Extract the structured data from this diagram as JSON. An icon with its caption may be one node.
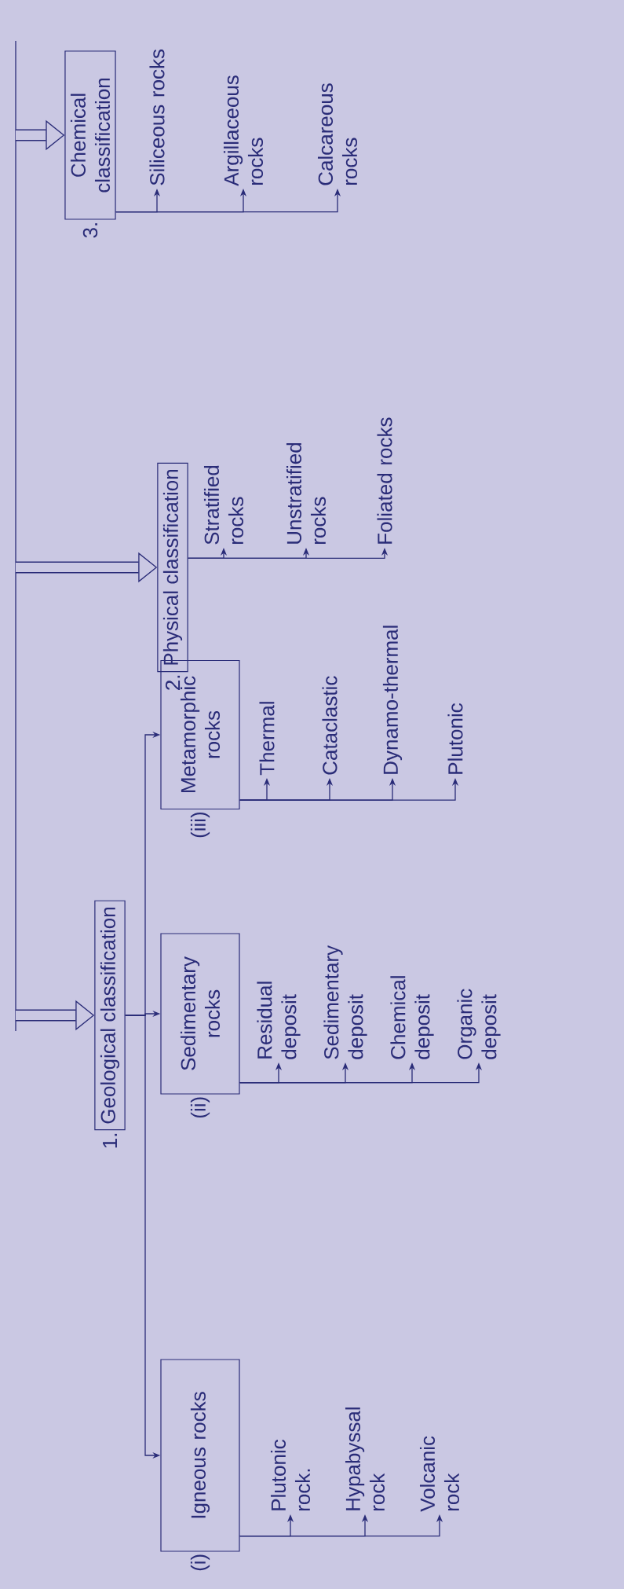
{
  "diagram": {
    "nodes": [
      {
        "text": [
          "Geological classification"
        ],
        "beside": [
          "1."
        ]
      },
      {
        "text": [
          "Physical classification"
        ],
        "beside": [
          "2."
        ]
      },
      {
        "text": [
          "Chemical classification"
        ],
        "beside": [
          "3."
        ]
      },
      {
        "text": [
          "Igneous rocks"
        ],
        "beside": [
          "(i)"
        ]
      },
      {
        "text": [
          "Sedimentary rocks"
        ],
        "beside": [
          "(ii)"
        ]
      },
      {
        "text": [
          "Metamorphic rocks"
        ],
        "beside": [
          "(iii)"
        ]
      },
      {
        "text": [
          "Plutonic rock."
        ]
      },
      {
        "text": [
          "Hypabyssal rock"
        ]
      },
      {
        "text": [
          "Volcanic rock"
        ]
      },
      {
        "text": [
          "Residual deposit"
        ]
      },
      {
        "text": [
          "Sedimentary deposit"
        ]
      },
      {
        "text": [
          "Chemical deposit"
        ]
      },
      {
        "text": [
          "Organic deposit"
        ]
      },
      {
        "text": [
          "Thermal"
        ]
      },
      {
        "text": [
          "Cataclastic"
        ]
      },
      {
        "text": [
          "Dynamo-thermal"
        ]
      },
      {
        "text": [
          "Plutonic"
        ]
      },
      {
        "text": [
          "Stratified rocks"
        ]
      },
      {
        "text": [
          "Unstratified rocks"
        ]
      },
      {
        "text": [
          "Foliated rocks"
        ]
      },
      {
        "text": [
          "Siliceous rocks"
        ]
      },
      {
        "text": [
          "Argillaceous rocks"
        ]
      },
      {
        "text": [
          "Calcareous rocks"
        ]
      }
    ],
    "edges": [
      {
        "from": null,
        "to": 0,
        "arrow": "to",
        "style": "thick"
      },
      {
        "from": null,
        "to": 1,
        "arrow": "to",
        "style": "thick"
      },
      {
        "from": null,
        "to": 2,
        "arrow": "to",
        "style": "thick"
      },
      {
        "from": 0,
        "to": 3,
        "arrow": "to"
      },
      {
        "from": 0,
        "to": 4,
        "arrow": "to"
      },
      {
        "from": 0,
        "to": 5,
        "arrow": "to"
      },
      {
        "from": 3,
        "to": 6,
        "arrow": "to"
      },
      {
        "from": 3,
        "to": 7,
        "arrow": "to"
      },
      {
        "from": 3,
        "to": 8,
        "arrow": "to"
      },
      {
        "from": 4,
        "to": 9,
        "arrow": "to"
      },
      {
        "from": 4,
        "to": 10,
        "arrow": "to"
      },
      {
        "from": 4,
        "to": 11,
        "arrow": "to"
      },
      {
        "from": 4,
        "to": 12,
        "arrow": "to"
      },
      {
        "from": 5,
        "to": 13,
        "arrow": "to"
      },
      {
        "from": 5,
        "to": 14,
        "arrow": "to"
      },
      {
        "from": 5,
        "to": 15,
        "arrow": "to"
      },
      {
        "from": 5,
        "to": 16,
        "arrow": "to"
      },
      {
        "from": 1,
        "to": 17,
        "arrow": "to"
      },
      {
        "from": 1,
        "to": 18,
        "arrow": "to"
      },
      {
        "from": 1,
        "to": 19,
        "arrow": "to"
      },
      {
        "from": 2,
        "to": 20,
        "arrow": "to"
      },
      {
        "from": 2,
        "to": 21,
        "arrow": "to"
      },
      {
        "from": 2,
        "to": 22,
        "arrow": "to"
      }
    ]
  }
}
